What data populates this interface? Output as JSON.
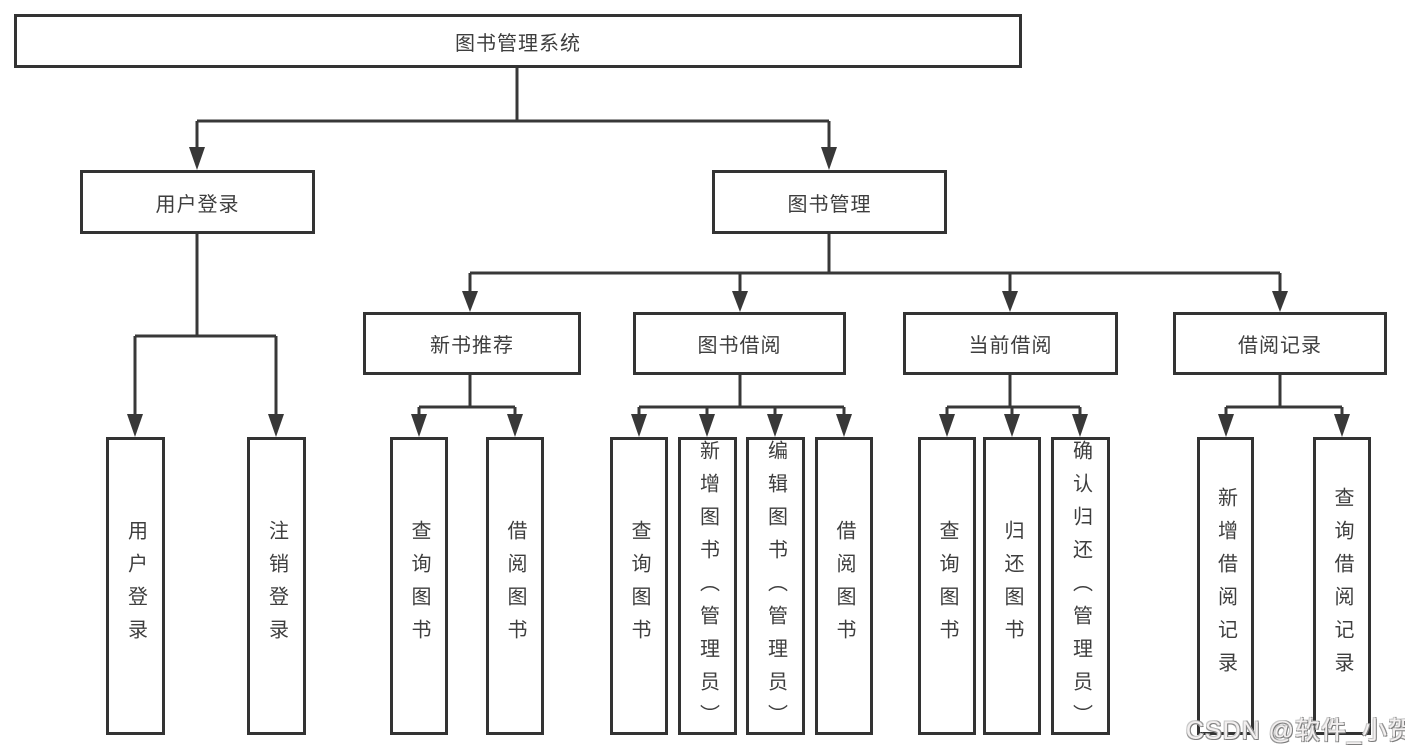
{
  "diagram": {
    "root": {
      "label": "图书管理系统"
    },
    "level2": [
      {
        "id": "user-login",
        "label": "用户登录"
      },
      {
        "id": "book-management",
        "label": "图书管理"
      }
    ],
    "level3": [
      {
        "id": "new-book-recommend",
        "label": "新书推荐"
      },
      {
        "id": "book-borrow",
        "label": "图书借阅"
      },
      {
        "id": "current-borrow",
        "label": "当前借阅"
      },
      {
        "id": "borrow-records",
        "label": "借阅记录"
      }
    ],
    "leaves": [
      {
        "id": "user-login-leaf",
        "parent": "user-login",
        "label": "用户登录"
      },
      {
        "id": "logout",
        "parent": "user-login",
        "label": "注销登录"
      },
      {
        "id": "query-books-1",
        "parent": "new-book-recommend",
        "label": "查询图书"
      },
      {
        "id": "borrow-books-1",
        "parent": "new-book-recommend",
        "label": "借阅图书"
      },
      {
        "id": "query-books-2",
        "parent": "book-borrow",
        "label": "查询图书"
      },
      {
        "id": "add-book-admin",
        "parent": "book-borrow",
        "label": "新增图书（管理员）"
      },
      {
        "id": "edit-book-admin",
        "parent": "book-borrow",
        "label": "编辑图书（管理员）"
      },
      {
        "id": "borrow-books-2",
        "parent": "book-borrow",
        "label": "借阅图书"
      },
      {
        "id": "query-books-3",
        "parent": "current-borrow",
        "label": "查询图书"
      },
      {
        "id": "return-books",
        "parent": "current-borrow",
        "label": "归还图书"
      },
      {
        "id": "confirm-return-admin",
        "parent": "current-borrow",
        "label": "确认归还（管理员）"
      },
      {
        "id": "add-borrow-record",
        "parent": "borrow-records",
        "label": "新增借阅记录"
      },
      {
        "id": "query-borrow-record",
        "parent": "borrow-records",
        "label": "查询借阅记录"
      }
    ]
  },
  "watermark": {
    "text": "CSDN @软件_小贺同学"
  },
  "colors": {
    "connector_line": "#383838",
    "box_border": "#333333",
    "box_text": "#3e3e3e",
    "background": "#ffffff",
    "watermark_text": "#f3f0f0"
  }
}
